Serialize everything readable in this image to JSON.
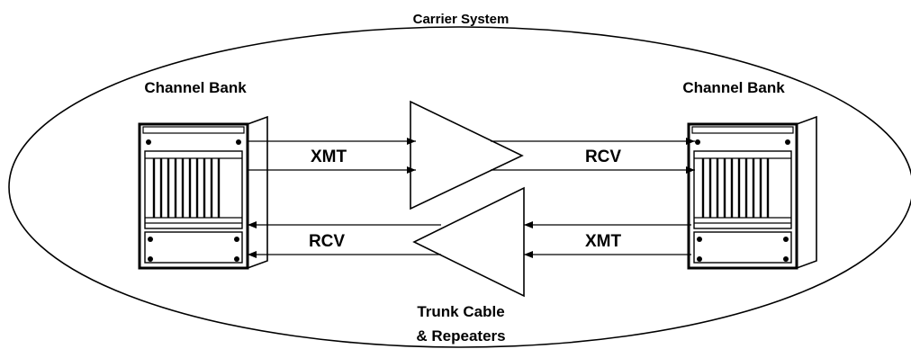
{
  "diagram": {
    "title": "Carrier System",
    "left_bank_label": "Channel Bank",
    "right_bank_label": "Channel Bank",
    "top_left_label": "XMT",
    "top_right_label": "RCV",
    "bottom_left_label": "RCV",
    "bottom_right_label": "XMT",
    "trunk_label_line1": "Trunk Cable",
    "trunk_label_line2": "& Repeaters"
  }
}
